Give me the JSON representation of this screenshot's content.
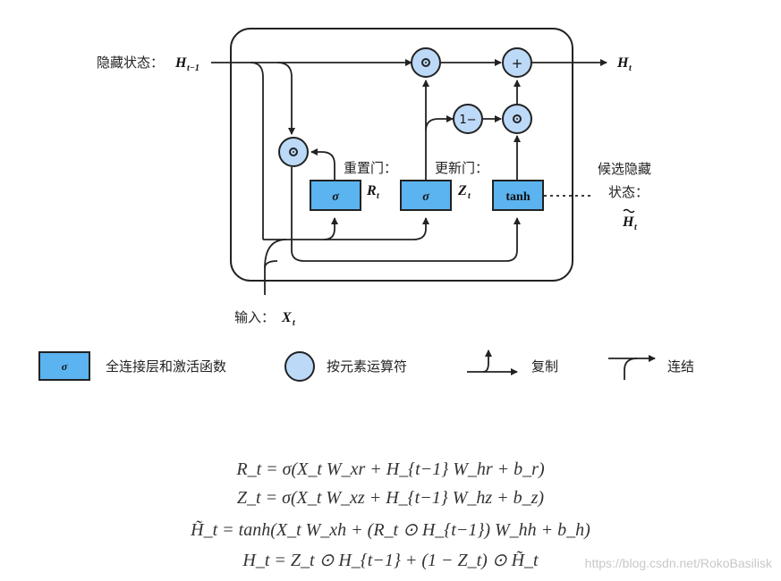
{
  "labels": {
    "hidden_state": "隐藏状态：",
    "h_prev": "H",
    "h_prev_sub": "t−1",
    "h_out": "H",
    "h_out_sub": "t",
    "reset_gate": "重置门：",
    "r": "R",
    "r_sub": "t",
    "update_gate": "更新门：",
    "z": "Z",
    "z_sub": "t",
    "candidate_line1": "候选隐藏",
    "candidate_line2": "状态：",
    "h_tilde": "H",
    "h_tilde_sub": "t",
    "input": "输入：",
    "x": "X",
    "x_sub": "t"
  },
  "blocks": {
    "sigma": "σ",
    "tanh": "tanh",
    "one_minus": "1−",
    "plus": "+",
    "odot": "⊙"
  },
  "legend": {
    "fc": "全连接层和激活函数",
    "elementwise": "按元素运算符",
    "copy": "复制",
    "concat": "连结"
  },
  "equations": [
    "R_t = σ(X_t W_xr + H_{t−1} W_hr + b_r)",
    "Z_t = σ(X_t W_xz + H_{t−1} W_hz + b_z)",
    "H̃_t = tanh(X_t W_xh + (R_t ⊙ H_{t−1}) W_hh + b_h)",
    "H_t = Z_t ⊙ H_{t−1} + (1 − Z_t) ⊙ H̃_t"
  ],
  "watermark": "https://blog.csdn.net/RokoBasilisk",
  "colors": {
    "block_fill": "#5bb3f0",
    "circle_fill": "#bcd9f7",
    "stroke": "#222222",
    "eq_text": "#333333",
    "watermark": "#c8c8c8"
  }
}
